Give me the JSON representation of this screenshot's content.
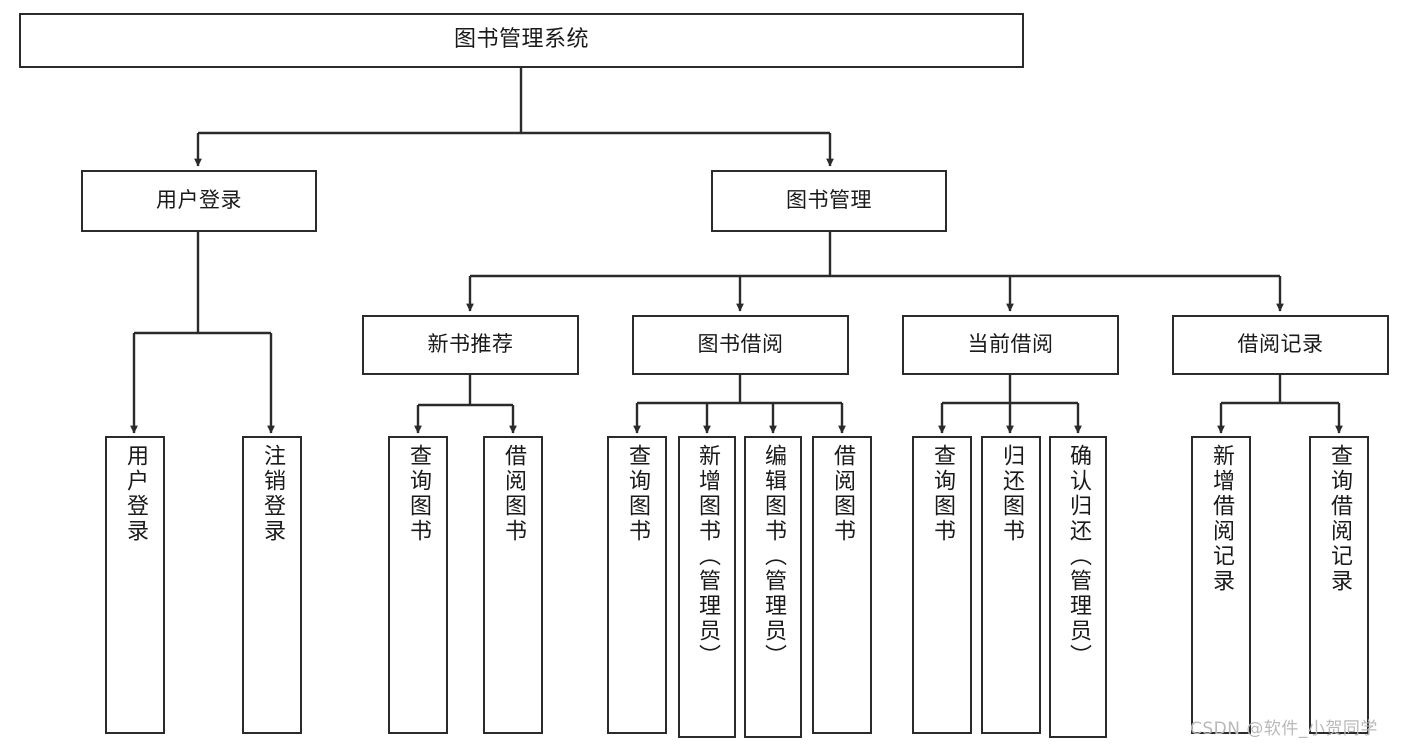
{
  "diagram": {
    "type": "tree-hierarchy",
    "title": "图书管理系统",
    "colors": {
      "node_border": "#2b2b2b",
      "node_fill": "#ffffff",
      "connector": "#2b2b2b",
      "text": "#1a1a1a",
      "watermark": "#b9b9b9",
      "background": "#ffffff"
    },
    "root": {
      "label": "图书管理系统"
    },
    "level2": [
      {
        "label": "用户登录"
      },
      {
        "label": "图书管理"
      }
    ],
    "level3": [
      {
        "label": "新书推荐"
      },
      {
        "label": "图书借阅"
      },
      {
        "label": "当前借阅"
      },
      {
        "label": "借阅记录"
      }
    ],
    "leaves": {
      "user_login": [
        {
          "label": "用户登录"
        },
        {
          "label": "注销登录"
        }
      ],
      "new_book_recommend": [
        {
          "label": "查询图书"
        },
        {
          "label": "借阅图书"
        }
      ],
      "book_borrow": [
        {
          "label": "查询图书"
        },
        {
          "label": "新增图书（管理员）"
        },
        {
          "label": "编辑图书（管理员）"
        },
        {
          "label": "借阅图书"
        }
      ],
      "current_borrow": [
        {
          "label": "查询图书"
        },
        {
          "label": "归还图书"
        },
        {
          "label": "确认归还（管理员）"
        }
      ],
      "borrow_records": [
        {
          "label": "新增借阅记录"
        },
        {
          "label": "查询借阅记录"
        }
      ]
    },
    "watermark": {
      "text": "CSDN @软件_小贺同学"
    }
  }
}
